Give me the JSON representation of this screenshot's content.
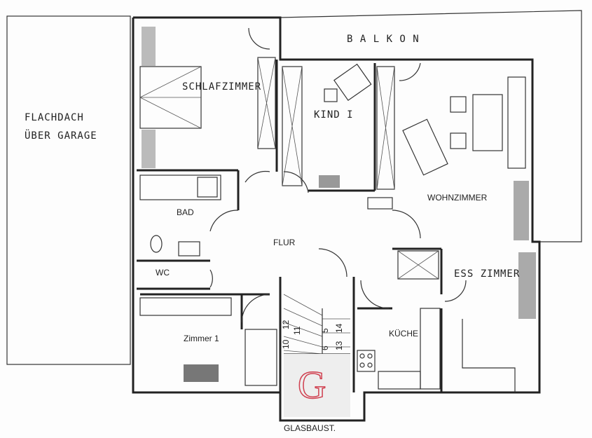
{
  "plan": {
    "labels": {
      "garage_line1": "FLACHDACH",
      "garage_line2": "ÜBER GARAGE",
      "balcony": "B A L K O N",
      "bedroom": "SCHLAFZIMMER",
      "child_room": "KIND I",
      "living_room": "WOHNZIMMER",
      "bathroom": "BAD",
      "hallway": "FLUR",
      "wc": "WC",
      "dining_room": "ESS ZIMMER",
      "room_1": "Zimmer 1",
      "kitchen": "KÜCHE",
      "glass_block": "GLASBAUST.",
      "handwritten_mark": "G"
    },
    "stair_numbers_left": [
      "10",
      "11",
      "12"
    ],
    "stair_numbers_right": [
      "6",
      "5",
      "13",
      "14"
    ],
    "mark_color": "#d04050"
  }
}
